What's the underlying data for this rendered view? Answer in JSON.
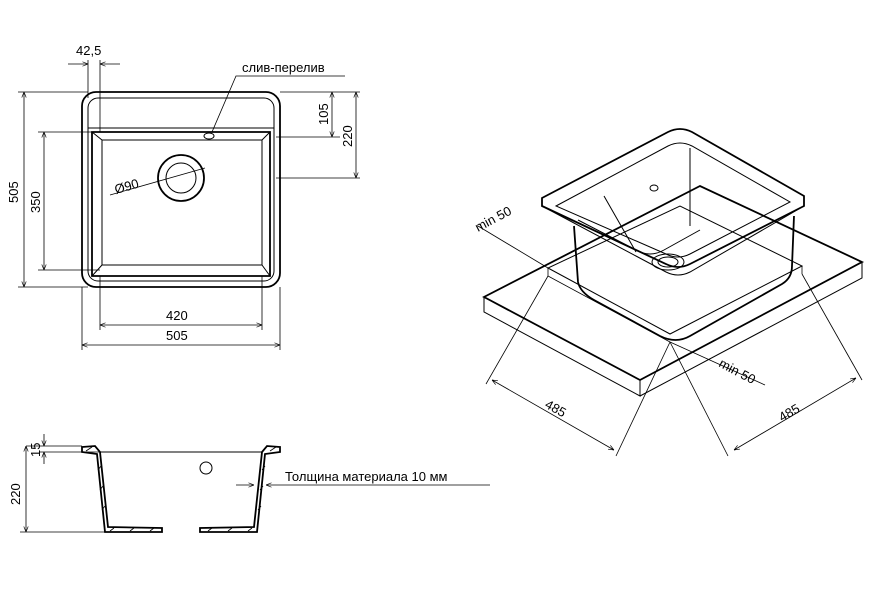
{
  "top_view": {
    "dim_rim_offset": "42,5",
    "dim_overflow_label": "слив-перелив",
    "dim_depth_105": "105",
    "dim_depth_220": "220",
    "dim_total_height": "505",
    "dim_inner_height": "350",
    "dim_drain": "Ø90",
    "dim_inner_width": "420",
    "dim_total_width": "505"
  },
  "side_view": {
    "dim_rim": "15",
    "dim_height": "220",
    "material_label": "Толщина материала 10 мм"
  },
  "iso_view": {
    "dim_min_left": "min 50",
    "dim_min_right": "min 50",
    "dim_cutout_left": "485",
    "dim_cutout_right": "485"
  }
}
